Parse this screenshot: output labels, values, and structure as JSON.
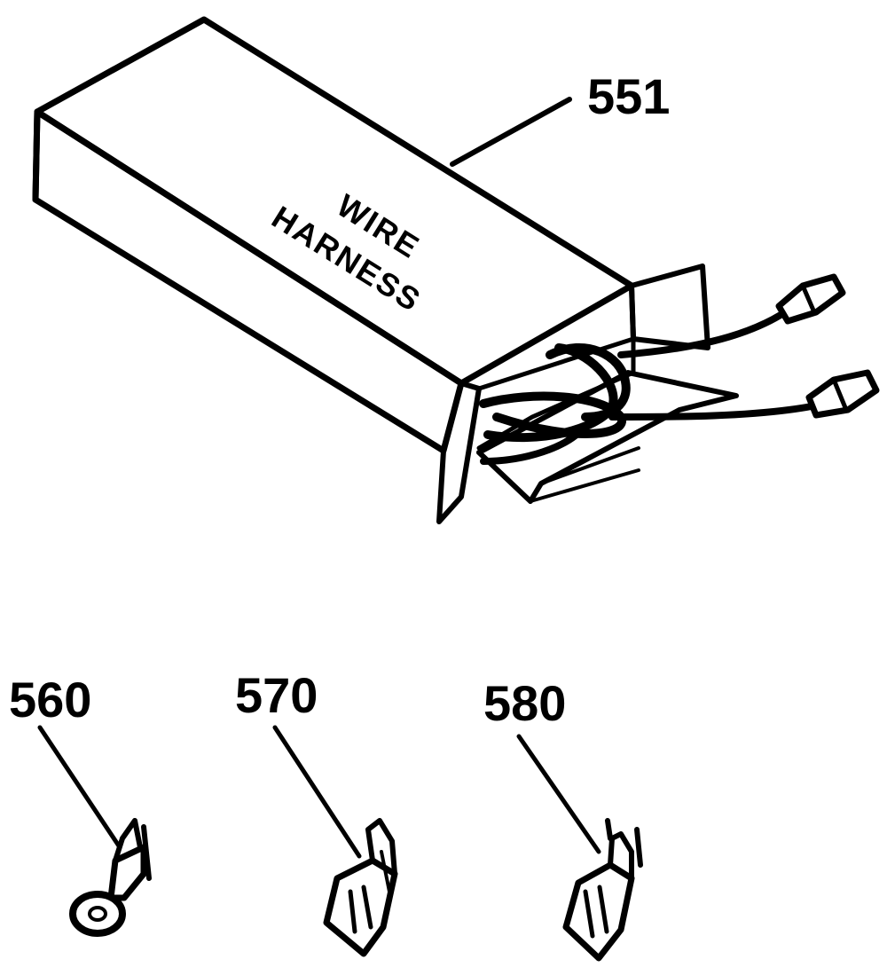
{
  "box": {
    "label_line1": "WIRE",
    "label_line2": "HARNESS"
  },
  "callouts": {
    "harness": "551",
    "ring_terminal": "560",
    "flag_terminal": "570",
    "female_terminal": "580"
  }
}
